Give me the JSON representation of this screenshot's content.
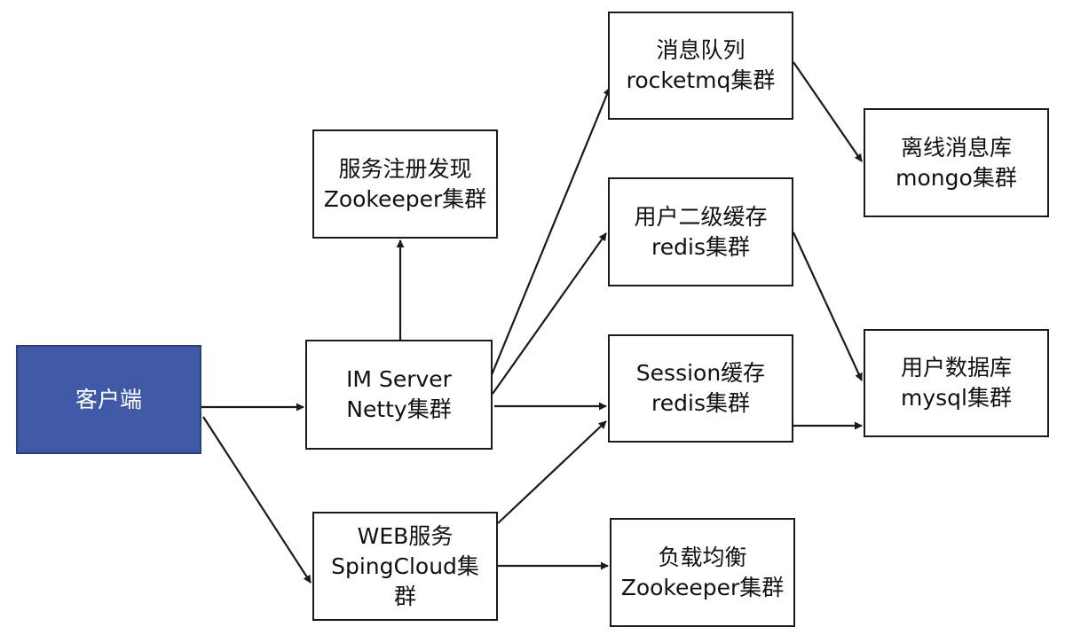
{
  "diagram": {
    "nodes": {
      "client": {
        "lines": [
          "客户端"
        ]
      },
      "zookeeper": {
        "lines": [
          "服务注册发现",
          "Zookeeper集群"
        ]
      },
      "im_server": {
        "lines": [
          "IM Server",
          "Netty集群"
        ]
      },
      "web": {
        "lines": [
          "WEB服务",
          "SpingCloud集",
          "群"
        ]
      },
      "mq": {
        "lines": [
          "消息队列",
          "rocketmq集群"
        ]
      },
      "l2cache": {
        "lines": [
          "用户二级缓存",
          "redis集群"
        ]
      },
      "session": {
        "lines": [
          "Session缓存",
          "redis集群"
        ]
      },
      "lb": {
        "lines": [
          "负载均衡",
          "Zookeeper集群"
        ]
      },
      "offline": {
        "lines": [
          "离线消息库",
          "mongo集群"
        ]
      },
      "userdb": {
        "lines": [
          "用户数据库",
          "mysql集群"
        ]
      }
    },
    "edges": [
      {
        "from": "client",
        "to": "im_server"
      },
      {
        "from": "client",
        "to": "web"
      },
      {
        "from": "im_server",
        "to": "zookeeper"
      },
      {
        "from": "im_server",
        "to": "mq"
      },
      {
        "from": "im_server",
        "to": "l2cache"
      },
      {
        "from": "im_server",
        "to": "session"
      },
      {
        "from": "web",
        "to": "session"
      },
      {
        "from": "web",
        "to": "lb"
      },
      {
        "from": "mq",
        "to": "offline"
      },
      {
        "from": "l2cache",
        "to": "userdb"
      },
      {
        "from": "session",
        "to": "userdb"
      }
    ],
    "colors": {
      "client_fill": "#3f59a6",
      "line": "#1a1a1a"
    }
  }
}
